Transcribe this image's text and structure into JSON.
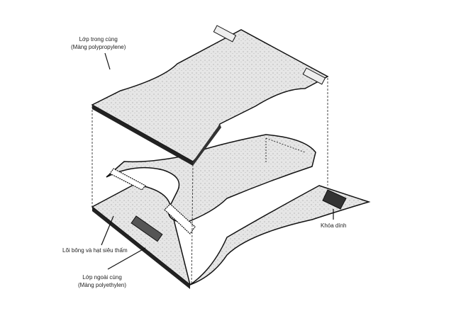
{
  "labels": {
    "inner_layer": {
      "line1": "Lớp trong cùng",
      "line2": "(Màng polypropylene)"
    },
    "core": "Lõi bông và hạt siêu  thấm",
    "outer_layer": {
      "line1": "Lớp ngoài cùng",
      "line2": "(Màng polyethylen)"
    },
    "tape": "Khóa dính"
  },
  "colors": {
    "sheet": "#e4e4e4",
    "line": "#111111"
  }
}
